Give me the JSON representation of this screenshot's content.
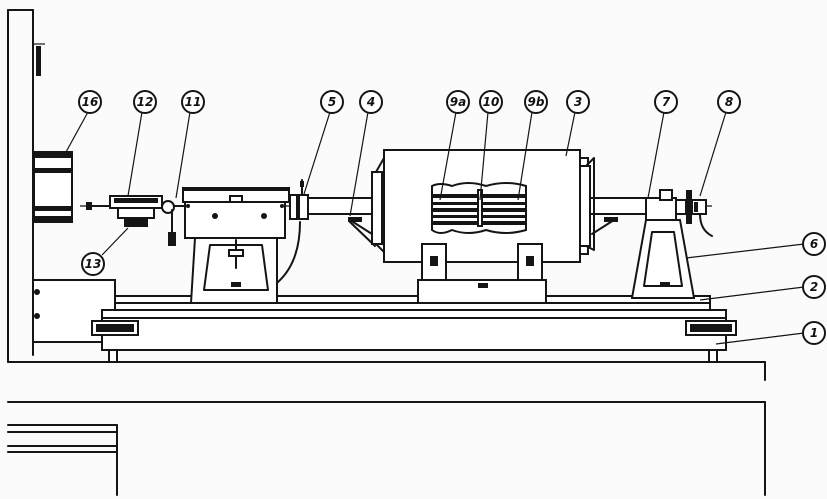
{
  "diagram": {
    "callouts": [
      {
        "id": "16",
        "label": "16"
      },
      {
        "id": "12",
        "label": "12"
      },
      {
        "id": "11",
        "label": "11"
      },
      {
        "id": "5",
        "label": "5"
      },
      {
        "id": "4",
        "label": "4"
      },
      {
        "id": "9a",
        "label": "9a"
      },
      {
        "id": "10",
        "label": "10"
      },
      {
        "id": "9b",
        "label": "9b"
      },
      {
        "id": "3",
        "label": "3"
      },
      {
        "id": "7",
        "label": "7"
      },
      {
        "id": "8",
        "label": "8"
      },
      {
        "id": "6",
        "label": "6"
      },
      {
        "id": "2",
        "label": "2"
      },
      {
        "id": "1",
        "label": "1"
      },
      {
        "id": "13",
        "label": "13"
      }
    ]
  }
}
